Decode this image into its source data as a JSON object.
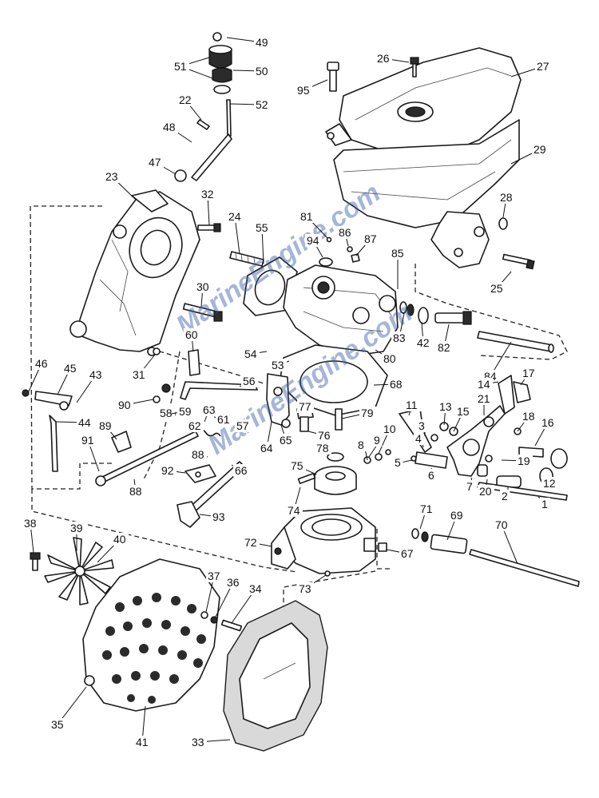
{
  "watermark": "MarineEngine.com",
  "labels": [
    {
      "id": "49",
      "text": "49"
    },
    {
      "id": "50",
      "text": "50"
    },
    {
      "id": "51",
      "text": "51"
    },
    {
      "id": "52",
      "text": "52"
    },
    {
      "id": "22",
      "text": "22"
    },
    {
      "id": "48",
      "text": "48"
    },
    {
      "id": "47",
      "text": "47"
    },
    {
      "id": "23",
      "text": "23"
    },
    {
      "id": "32",
      "text": "32"
    },
    {
      "id": "24",
      "text": "24"
    },
    {
      "id": "26",
      "text": "26"
    },
    {
      "id": "27",
      "text": "27"
    },
    {
      "id": "95",
      "text": "95"
    },
    {
      "id": "29",
      "text": "29"
    },
    {
      "id": "28",
      "text": "28"
    },
    {
      "id": "25",
      "text": "25"
    },
    {
      "id": "81",
      "text": "81"
    },
    {
      "id": "86",
      "text": "86"
    },
    {
      "id": "87",
      "text": "87"
    },
    {
      "id": "55",
      "text": "55"
    },
    {
      "id": "94",
      "text": "94"
    },
    {
      "id": "85",
      "text": "85"
    },
    {
      "id": "30",
      "text": "30"
    },
    {
      "id": "83",
      "text": "83"
    },
    {
      "id": "42",
      "text": "42"
    },
    {
      "id": "82",
      "text": "82"
    },
    {
      "id": "84",
      "text": "84"
    },
    {
      "id": "60",
      "text": "60"
    },
    {
      "id": "54",
      "text": "54"
    },
    {
      "id": "80",
      "text": "80"
    },
    {
      "id": "31",
      "text": "31"
    },
    {
      "id": "53",
      "text": "53"
    },
    {
      "id": "68",
      "text": "68"
    },
    {
      "id": "46",
      "text": "46"
    },
    {
      "id": "45",
      "text": "45"
    },
    {
      "id": "43",
      "text": "43"
    },
    {
      "id": "56",
      "text": "56"
    },
    {
      "id": "14",
      "text": "14"
    },
    {
      "id": "17",
      "text": "17"
    },
    {
      "id": "21",
      "text": "21"
    },
    {
      "id": "90",
      "text": "90"
    },
    {
      "id": "58",
      "text": "58"
    },
    {
      "id": "59",
      "text": "59"
    },
    {
      "id": "63",
      "text": "63"
    },
    {
      "id": "61",
      "text": "61"
    },
    {
      "id": "77",
      "text": "77"
    },
    {
      "id": "79",
      "text": "79"
    },
    {
      "id": "11",
      "text": "11"
    },
    {
      "id": "13",
      "text": "13"
    },
    {
      "id": "15",
      "text": "15"
    },
    {
      "id": "18",
      "text": "18"
    },
    {
      "id": "16",
      "text": "16"
    },
    {
      "id": "44",
      "text": "44"
    },
    {
      "id": "89",
      "text": "89"
    },
    {
      "id": "62",
      "text": "62"
    },
    {
      "id": "57",
      "text": "57"
    },
    {
      "id": "3",
      "text": "3"
    },
    {
      "id": "4",
      "text": "4"
    },
    {
      "id": "64",
      "text": "64"
    },
    {
      "id": "65",
      "text": "65"
    },
    {
      "id": "76",
      "text": "76"
    },
    {
      "id": "78",
      "text": "78"
    },
    {
      "id": "10",
      "text": "10"
    },
    {
      "id": "9",
      "text": "9"
    },
    {
      "id": "8",
      "text": "8"
    },
    {
      "id": "91",
      "text": "91"
    },
    {
      "id": "88a",
      "text": "88"
    },
    {
      "id": "66",
      "text": "66"
    },
    {
      "id": "5",
      "text": "5"
    },
    {
      "id": "6",
      "text": "6"
    },
    {
      "id": "19",
      "text": "19"
    },
    {
      "id": "92",
      "text": "92"
    },
    {
      "id": "75",
      "text": "75"
    },
    {
      "id": "7",
      "text": "7"
    },
    {
      "id": "20",
      "text": "20"
    },
    {
      "id": "2",
      "text": "2"
    },
    {
      "id": "12",
      "text": "12"
    },
    {
      "id": "88b",
      "text": "88"
    },
    {
      "id": "74",
      "text": "74"
    },
    {
      "id": "1",
      "text": "1"
    },
    {
      "id": "93",
      "text": "93"
    },
    {
      "id": "71",
      "text": "71"
    },
    {
      "id": "69",
      "text": "69"
    },
    {
      "id": "70",
      "text": "70"
    },
    {
      "id": "38",
      "text": "38"
    },
    {
      "id": "39",
      "text": "39"
    },
    {
      "id": "40",
      "text": "40"
    },
    {
      "id": "72",
      "text": "72"
    },
    {
      "id": "67",
      "text": "67"
    },
    {
      "id": "73",
      "text": "73"
    },
    {
      "id": "37",
      "text": "37"
    },
    {
      "id": "36",
      "text": "36"
    },
    {
      "id": "34",
      "text": "34"
    },
    {
      "id": "35",
      "text": "35"
    },
    {
      "id": "41",
      "text": "41"
    },
    {
      "id": "33",
      "text": "33"
    }
  ]
}
